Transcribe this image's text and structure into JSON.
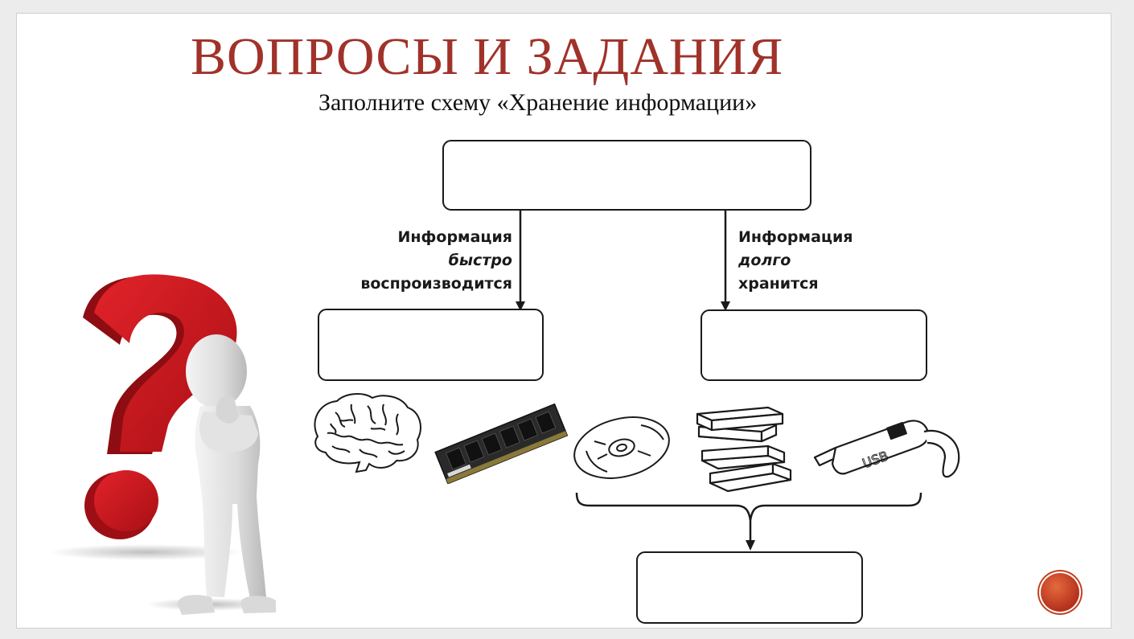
{
  "slide": {
    "title": "ВОПРОСЫ И ЗАДАНИЯ",
    "subtitle": "Заполните схему «Хранение информации»"
  },
  "diagram": {
    "left_branch": {
      "line1": "Информация",
      "line2": "быстро",
      "line3": "воспроизводится"
    },
    "right_branch": {
      "line1": "Информация",
      "line2": "долго",
      "line3": "хранится"
    },
    "usb_label": "USB",
    "boxes": [
      "top-box",
      "left-box",
      "right-box",
      "bottom-box"
    ],
    "icons": [
      "brain-icon",
      "ram-module-icon",
      "cd-disc-icon",
      "books-stack-icon",
      "usb-drive-icon"
    ]
  },
  "decor": {
    "figure": "thinking-person-with-question-mark",
    "accent_color": "#a0322a",
    "question_mark_color": "#c8161d"
  },
  "navigation": {
    "icon": "slide-nav-button"
  }
}
